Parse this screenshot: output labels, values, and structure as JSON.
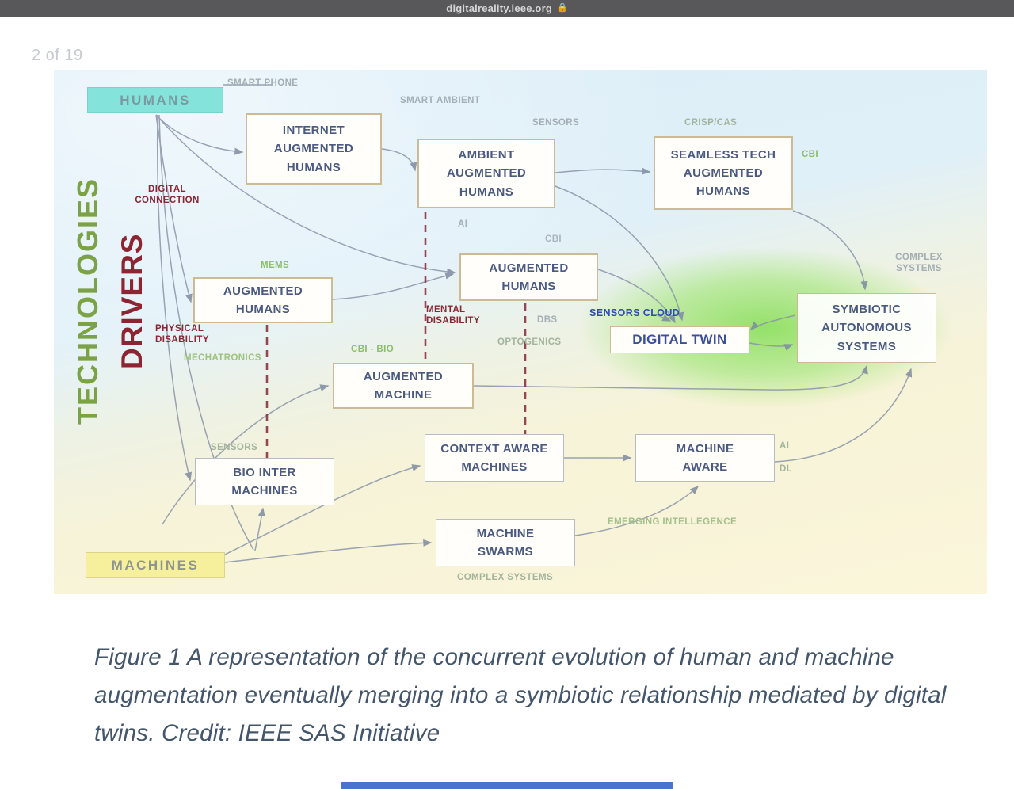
{
  "browser": {
    "url": "digitalreality.ieee.org"
  },
  "page_indicator": "2 of 19",
  "figure": {
    "axis": {
      "technologies": "TECHNOLOGIES",
      "drivers": "DRIVERS"
    },
    "terminals": {
      "humans": "HUMANS",
      "machines": "MACHINES"
    },
    "nodes": {
      "internet": "INTERNET\nAUGMENTED\nHUMANS",
      "ambient": "AMBIENT\nAUGMENTED\nHUMANS",
      "seamless": "SEAMLESS TECH\nAUGMENTED\nHUMANS",
      "aug_humans_left": "AUGMENTED\nHUMANS",
      "aug_humans_center": "AUGMENTED\nHUMANS",
      "digital_twin": "DIGITAL TWIN",
      "symbiotic": "SYMBIOTIC\nAUTONOMOUS\nSYSTEMS",
      "aug_machine": "AUGMENTED\nMACHINE",
      "bio_inter": "BIO INTER\nMACHINES",
      "context_aware": "CONTEXT AWARE\nMACHINES",
      "machine_aware": "MACHINE\nAWARE",
      "machine_swarms": "MACHINE\nSWARMS"
    },
    "labels": {
      "smart_phone": "SMART PHONE",
      "smart_ambient": "SMART AMBIENT",
      "sensors_top": "SENSORS",
      "crisp_cas": "CRISP/CAS",
      "cbi_seamless": "CBI",
      "digital_connection": "DIGITAL\nCONNECTION",
      "mems": "MEMS",
      "ai_top": "AI",
      "cbi_center": "CBI",
      "mental_disability": "MENTAL\nDISABILITY",
      "dbs": "DBS",
      "sensors_cloud": "SENSORS CLOUD",
      "optogenics": "OPTOGENICS",
      "physical_disability": "PHYSICAL\nDISABILITY",
      "cbi_bio": "CBI - BIO",
      "mechatronics": "MECHATRONICS",
      "complex_systems_top": "COMPLEX\nSYSTEMS",
      "sensors_bio": "SENSORS",
      "ai_right": "AI",
      "dl_right": "DL",
      "emerging_intellegence": "EMERGING INTELLEGENCE",
      "complex_systems_bottom": "COMPLEX SYSTEMS"
    },
    "caption": "Figure 1 A representation of the concurrent evolution of human and machine augmentation eventually merging into a symbiotic relationship mediated by digital twins. Credit: IEEE SAS Initiative"
  },
  "colors": {
    "humans_fill": "#84e4dc",
    "machines_fill": "#f6ef9c",
    "ellipse_green": "#8adf5c",
    "technologies_green": "#7ba244",
    "drivers_red": "#8c2431",
    "wire_gray": "#8a94a8",
    "accent_blue": "#2e4bb1"
  }
}
